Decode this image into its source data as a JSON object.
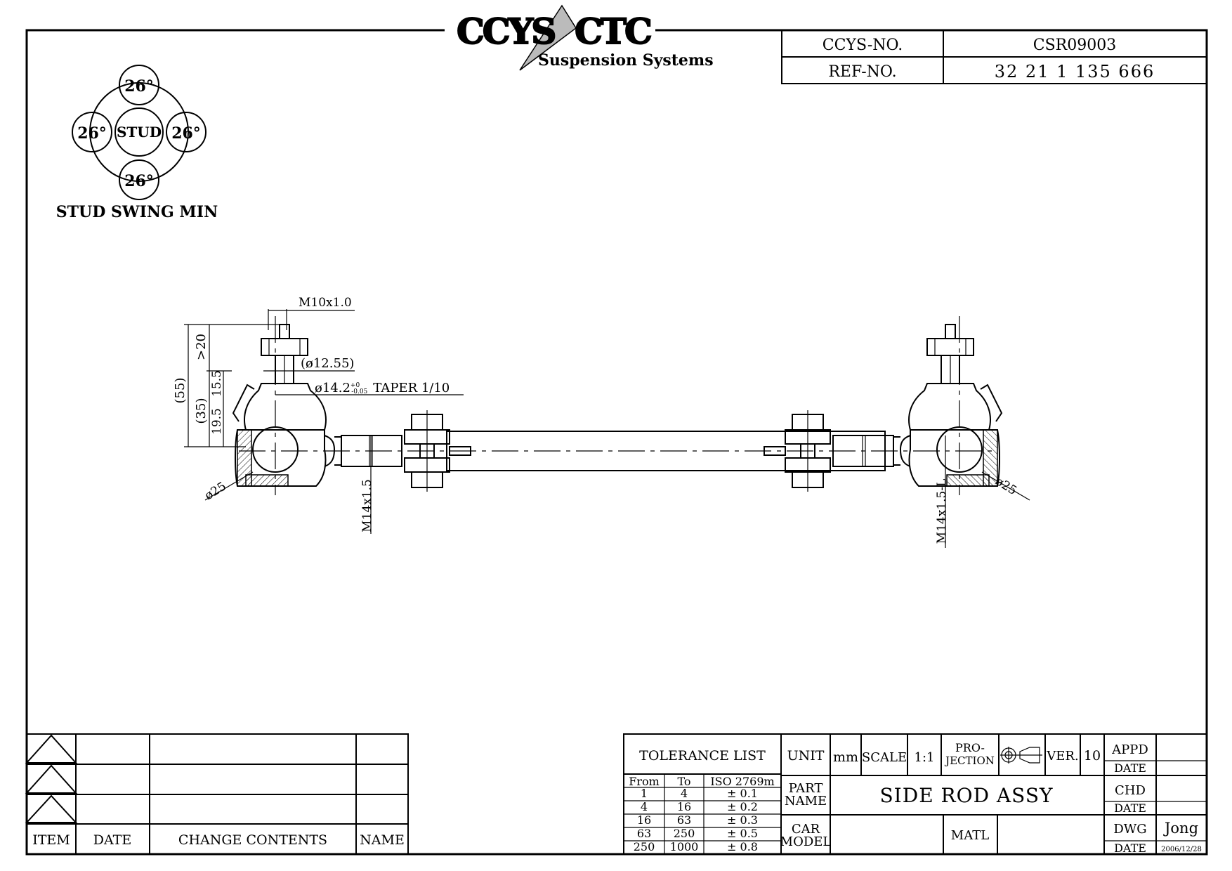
{
  "logo": {
    "brand_left": "CCYS",
    "brand_right": "CTC",
    "tagline": "Suspension Systems"
  },
  "id_block": {
    "ccys_no_label": "CCYS-NO.",
    "ccys_no_value": "CSR09003",
    "ref_no_label": "REF-NO.",
    "ref_no_value": "32 21 1 135 666"
  },
  "stud_swing": {
    "center_label": "STUD",
    "angles": [
      "26°",
      "26°",
      "26°",
      "26°"
    ],
    "caption": "STUD SWING MIN"
  },
  "dimensions": {
    "thread_top": "M10x1.0",
    "taper_dia": "(ø12.55)",
    "taper_spec_main": "ø14.2",
    "taper_spec_tol_upper": "+0",
    "taper_spec_tol_lower": "-0.05",
    "taper_spec_tail": "TAPER 1/10",
    "overall_height": "(55)",
    "height_35": "(35)",
    "dim_gt20": ">20",
    "dim_15_5": "15.5",
    "dim_19_5": "19.5",
    "ball_left": "ø25",
    "ball_right": "ø25",
    "thread_left": "M14x1.5",
    "thread_right": "M14x1.5-L"
  },
  "revision_table": {
    "headers": [
      "ITEM",
      "DATE",
      "CHANGE CONTENTS",
      "NAME"
    ]
  },
  "title_block": {
    "tolerance_title": "TOLERANCE LIST",
    "tolerance_headers": [
      "From",
      "To",
      "ISO 2769m"
    ],
    "tolerance_rows": [
      [
        "1",
        "4",
        "± 0.1"
      ],
      [
        "4",
        "16",
        "± 0.2"
      ],
      [
        "16",
        "63",
        "± 0.3"
      ],
      [
        "63",
        "250",
        "± 0.5"
      ],
      [
        "250",
        "1000",
        "± 0.8"
      ]
    ],
    "unit_label": "UNIT",
    "unit_value": "mm",
    "scale_label": "SCALE",
    "scale_value": "1:1",
    "projection_label_1": "PRO-",
    "projection_label_2": "JECTION",
    "ver_label": "VER.",
    "ver_value": "10",
    "part_name_label_1": "PART",
    "part_name_label_2": "NAME",
    "part_name_value": "SIDE ROD ASSY",
    "car_model_label_1": "CAR",
    "car_model_label_2": "MODEL",
    "car_model_value": "",
    "matl_label": "MATL",
    "matl_value": "",
    "appd_label": "APPD",
    "appd_value": "",
    "chd_label": "CHD",
    "chd_value": "",
    "dwg_label": "DWG",
    "dwg_value": "Jong",
    "date_label": "DATE",
    "date_value": "2006/12/28"
  }
}
